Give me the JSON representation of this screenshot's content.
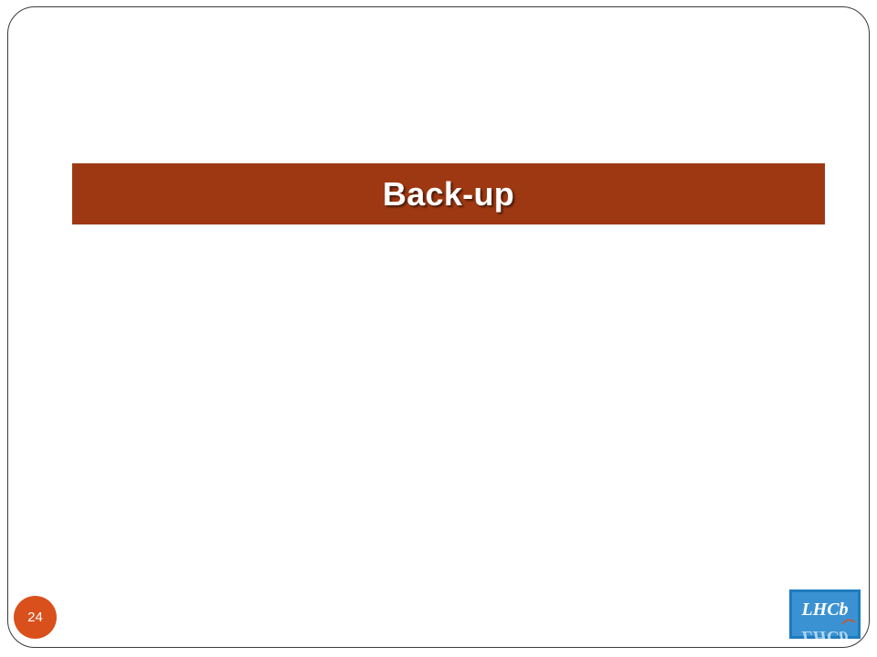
{
  "slide": {
    "title": "Back-up",
    "page_number": "24",
    "logo_text": "LHCb"
  },
  "colors": {
    "title_band": "#9e3812",
    "badge": "#d9501c",
    "logo_background": "#1f7bbf"
  }
}
